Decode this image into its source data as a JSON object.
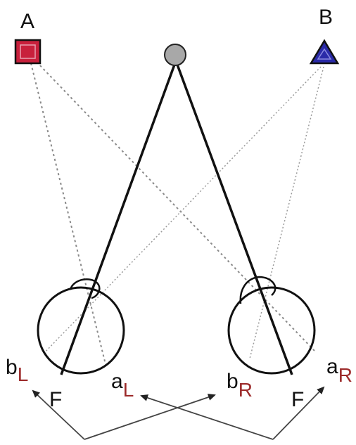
{
  "objects": {
    "a": {
      "label": "A",
      "color": "#c8203c",
      "shape": "square"
    },
    "b": {
      "label": "B",
      "color": "#2a2aa8",
      "shape": "triangle"
    },
    "fixation_color": "#a8a8a8"
  },
  "eyes": {
    "left": {
      "fovea_label": "F",
      "b_main": "b",
      "b_sub": "L",
      "a_main": "a",
      "a_sub": "L"
    },
    "right": {
      "fovea_label": "F",
      "b_main": "b",
      "b_sub": "R",
      "a_main": "a",
      "a_sub": "R"
    }
  },
  "colors": {
    "line": "#111111",
    "dotted_a": "#8a8a8a",
    "dotted_b": "#9a9a9a",
    "subscript": "#9c2a2a",
    "arrow": "#444444"
  }
}
